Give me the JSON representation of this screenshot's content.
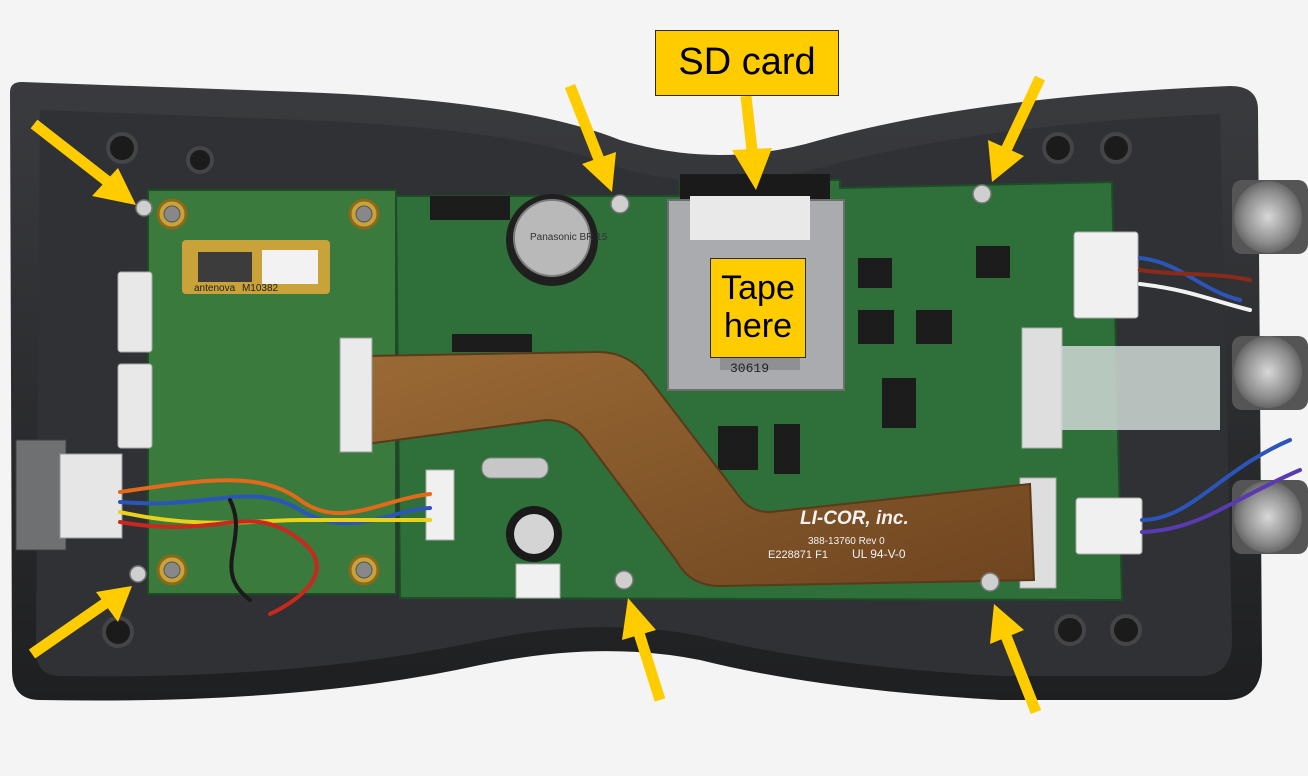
{
  "callouts": {
    "sd_card": "SD card",
    "tape": "Tape\nhere"
  },
  "board_markings": {
    "brand": "LI-COR, inc.",
    "part_number": "388-13760 Rev 0",
    "cert": "E228871 F1",
    "ul_rating": "UL 94-V-0",
    "module_label": "antenova",
    "module_code": "M10382",
    "card_code": "30619",
    "battery_label": "Panasonic BR 15"
  },
  "colors": {
    "arrow": "#ffcc00",
    "callout_fill": "#ffcc00",
    "pcb_green": "#2f6f3a",
    "ribbon": "#8a5a2a",
    "case": "#2a2b2d"
  },
  "icons": [
    "arrow-icon",
    "screw-icon",
    "battery-icon",
    "sd-card-icon",
    "connector-icon"
  ]
}
